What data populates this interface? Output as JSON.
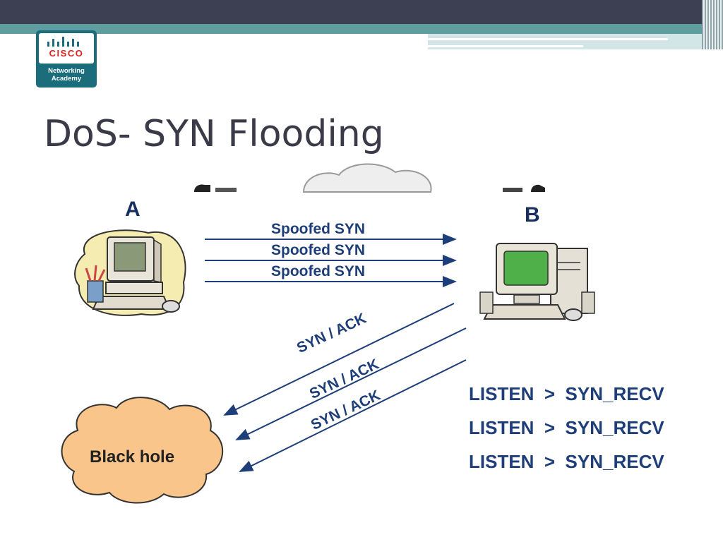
{
  "header": {
    "brand_word": "CISCO",
    "brand_sub_line1": "Networking",
    "brand_sub_line2": "Academy"
  },
  "slide": {
    "title": "DoS- SYN Flooding"
  },
  "diagram": {
    "node_a": "A",
    "node_b": "B",
    "spoofed_syn": [
      "Spoofed SYN",
      "Spoofed SYN",
      "Spoofed SYN"
    ],
    "syn_ack": [
      "SYN / ACK",
      "SYN / ACK",
      "SYN / ACK"
    ],
    "listen_states": [
      "LISTEN  >  SYN_RECV",
      "LISTEN  >  SYN_RECV",
      "LISTEN  >  SYN_RECV"
    ],
    "black_hole": "Black hole"
  },
  "colors": {
    "top_bar": "#3d3f52",
    "teal_band": "#5e9ea0",
    "arrow": "#1e3e7a",
    "cloud_fill": "#f9c58a"
  }
}
